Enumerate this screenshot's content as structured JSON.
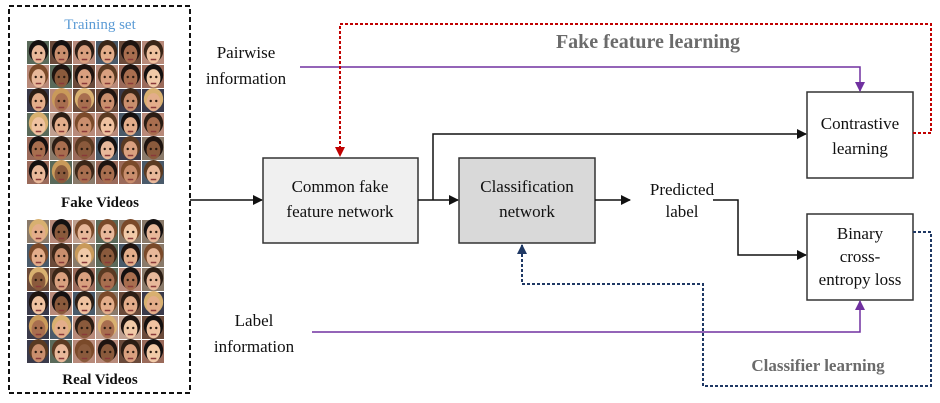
{
  "training_set": {
    "title": "Training set",
    "fake_label": "Fake Videos",
    "real_label": "Real Videos"
  },
  "boxes": {
    "common_line1": "Common fake",
    "common_line2": "feature network",
    "classification_line1": "Classification",
    "classification_line2": "network",
    "contrastive_line1": "Contrastive",
    "contrastive_line2": "learning",
    "bce_line1": "Binary",
    "bce_line2": "cross-",
    "bce_line3": "entropy loss"
  },
  "labels": {
    "pairwise_line1": "Pairwise",
    "pairwise_line2": "information",
    "predicted_line1": "Predicted",
    "predicted_line2": "label",
    "label_info_line1": "Label",
    "label_info_line2": "information",
    "fake_feature_learning": "Fake feature learning",
    "classifier_learning": "Classifier learning"
  },
  "colors": {
    "red_dotted": "#c00000",
    "navy_dotted": "#1f3864",
    "purple_line": "#7030a0",
    "box_light": "#f0f0f0",
    "box_gray": "#d9d9d9"
  }
}
